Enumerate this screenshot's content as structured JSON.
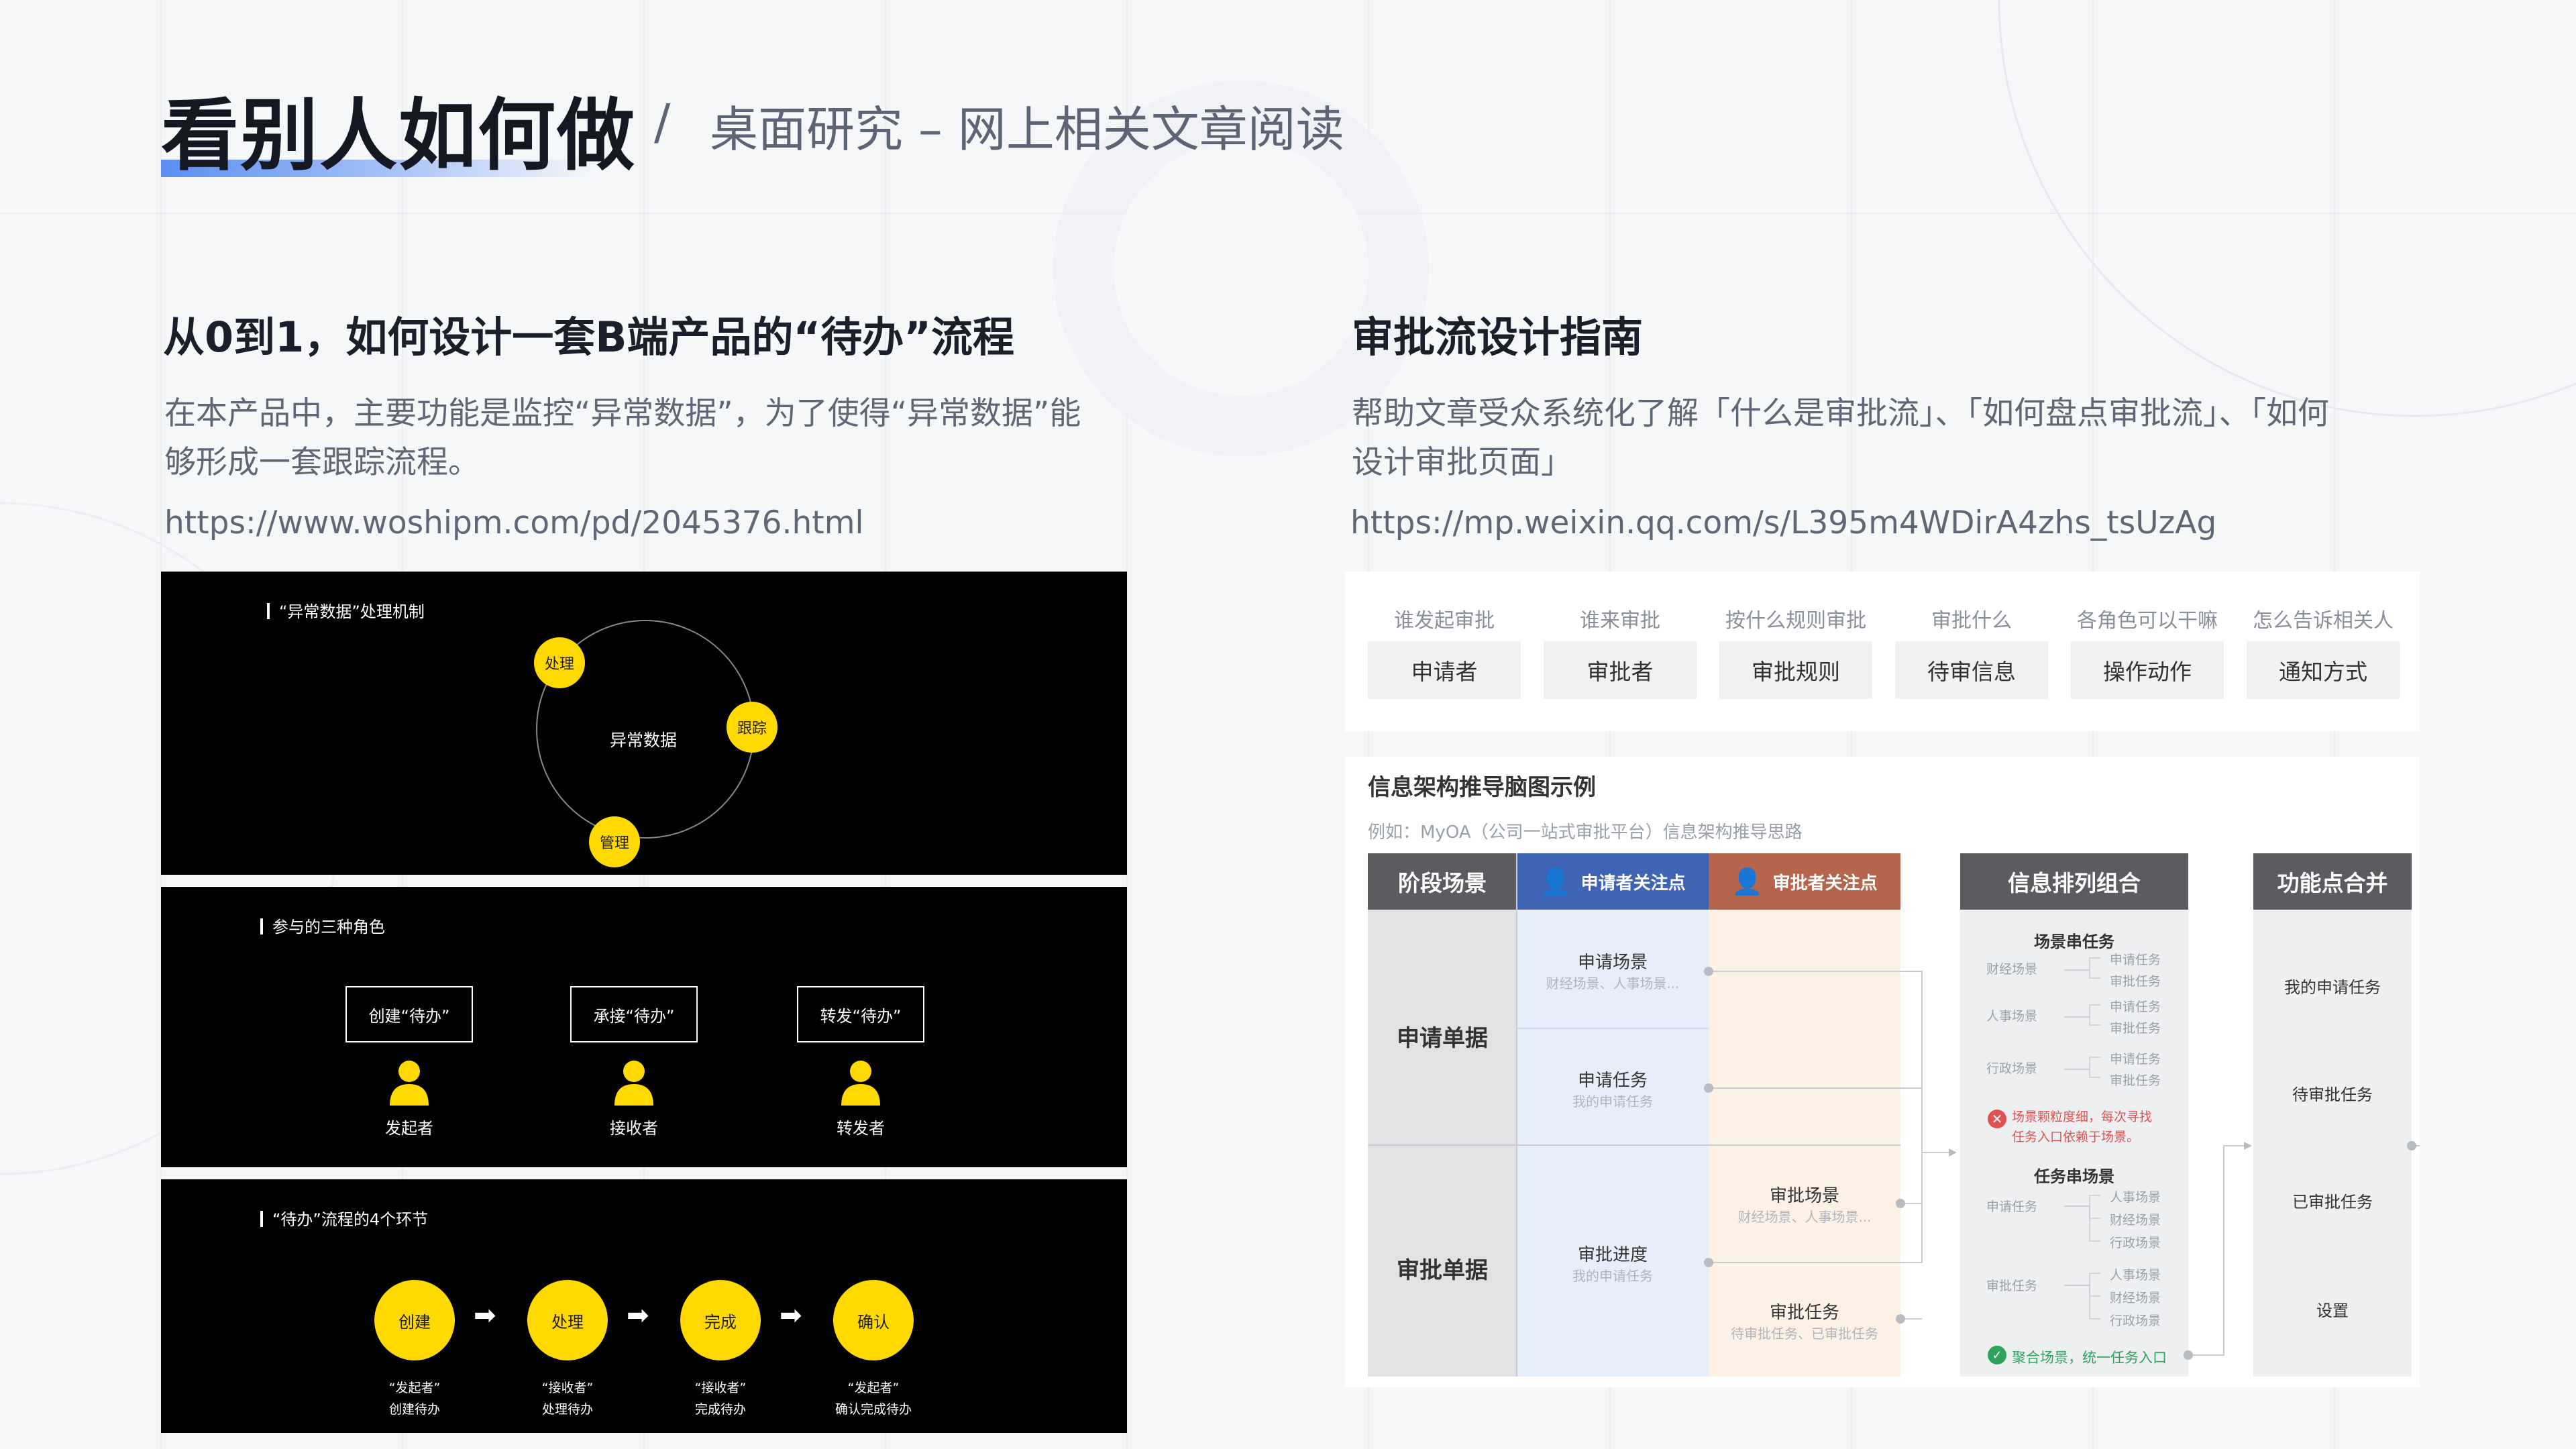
{
  "header": {
    "title": "看别人如何做",
    "separator": "/",
    "subtitle": "桌面研究 – 网上相关文章阅读"
  },
  "left": {
    "title": "从0到1，如何设计一套B端产品的“待办”流程",
    "desc_line1": "在本产品中，主要功能是监控“异常数据”，为了使得“异常数据”能",
    "desc_line2": "够形成一套跟踪流程。",
    "url": "https://www.woshipm.com/pd/2045376.html",
    "panel1": {
      "label": "“异常数据”处理机制",
      "center": "异常数据",
      "nodes": [
        "处理",
        "跟踪",
        "管理"
      ]
    },
    "panel2": {
      "label": "参与的三种角色",
      "roles": [
        {
          "box": "创建“待办”",
          "name": "发起者"
        },
        {
          "box": "承接“待办”",
          "name": "接收者"
        },
        {
          "box": "转发“待办”",
          "name": "转发者"
        }
      ]
    },
    "panel3": {
      "label": "“待办”流程的4个环节",
      "steps": [
        {
          "name": "创建",
          "actor": "“发起者”",
          "action": "创建待办"
        },
        {
          "name": "处理",
          "actor": "“接收者”",
          "action": "处理待办"
        },
        {
          "name": "完成",
          "actor": "“接收者”",
          "action": "完成待办"
        },
        {
          "name": "确认",
          "actor": "“发起者”",
          "action": "确认完成待办"
        }
      ]
    }
  },
  "right": {
    "title": "审批流设计指南",
    "desc_line1": "帮助文章受众系统化了解「什么是审批流」、「如何盘点审批流」、「如何",
    "desc_line2": "设计审批页面」",
    "url": "https://mp.weixin.qq.com/s/L395m4WDirA4zhs_tsUzAg",
    "roles_card": [
      {
        "question": "谁发起审批",
        "answer": "申请者"
      },
      {
        "question": "谁来审批",
        "answer": "审批者"
      },
      {
        "question": "按什么规则审批",
        "answer": "审批规则"
      },
      {
        "question": "审批什么",
        "answer": "待审信息"
      },
      {
        "question": "各角色可以干嘛",
        "answer": "操作动作"
      },
      {
        "question": "怎么告诉相关人",
        "answer": "通知方式"
      }
    ],
    "mindmap": {
      "title": "信息架构推导脑图示例",
      "subtitle": "例如：MyOA（公司一站式审批平台）信息架构推导思路",
      "headers": {
        "stage": "阶段场景",
        "applicant": "申请者关注点",
        "approver": "审批者关注点",
        "combo": "信息排列组合",
        "merge": "功能点合并"
      },
      "stages": [
        "申请单据",
        "审批单据"
      ],
      "applicant_items": [
        {
          "title": "申请场景",
          "sub": "财经场景、人事场景..."
        },
        {
          "title": "申请任务",
          "sub": "我的申请任务"
        },
        {
          "title": "审批进度",
          "sub": "我的申请任务"
        }
      ],
      "approver_items": [
        {
          "title": "审批场景",
          "sub": "财经场景、人事场景..."
        },
        {
          "title": "审批任务",
          "sub": "待审批任务、已审批任务"
        }
      ],
      "combo": {
        "scene_title": "场景串任务",
        "scene_rows": [
          {
            "left": "财经场景",
            "a": "申请任务",
            "b": "审批任务"
          },
          {
            "left": "人事场景",
            "a": "申请任务",
            "b": "审批任务"
          },
          {
            "left": "行政场景",
            "a": "申请任务",
            "b": "审批任务"
          }
        ],
        "warn_line1": "场景颗粒度细，每次寻找",
        "warn_line2": "任务入口依赖于场景。",
        "task_title": "任务串场景",
        "task_rows": [
          {
            "left": "申请任务",
            "items": [
              "人事场景",
              "财经场景",
              "行政场景"
            ]
          },
          {
            "left": "审批任务",
            "items": [
              "人事场景",
              "财经场景",
              "行政场景"
            ]
          }
        ],
        "ok_text": "聚合场景，统一任务入口"
      },
      "merge_items": [
        "我的申请任务",
        "待审批任务",
        "已审批任务",
        "设置"
      ]
    }
  }
}
